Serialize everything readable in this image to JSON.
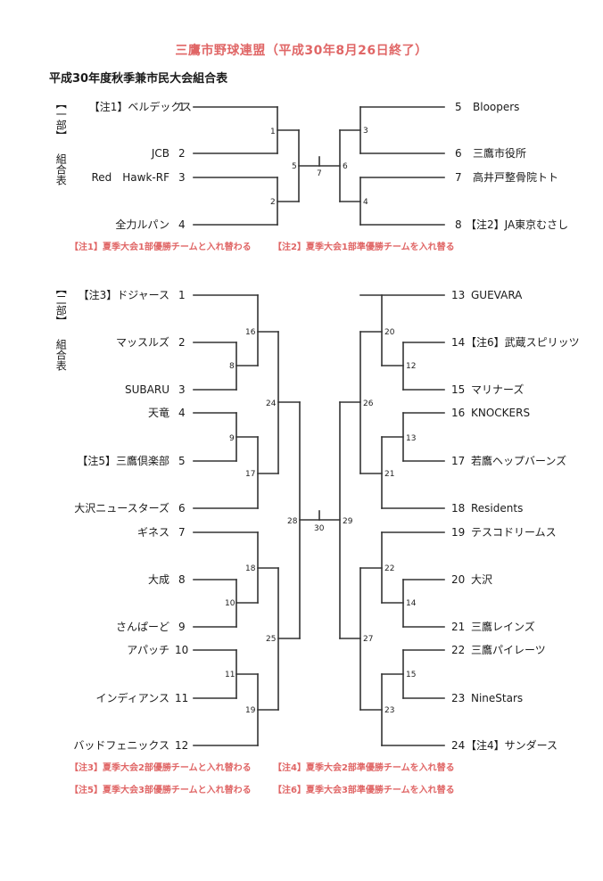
{
  "title": "三鷹市野球連盟（平成30年8月26日終了）",
  "subtitle": "平成30年度秋季兼市民大会組合表",
  "div1": {
    "label_top": "【一部】",
    "label_bottom": "組合表",
    "teams": [
      {
        "name": "【注1】ベルデックス",
        "seed": "1"
      },
      {
        "name": "JCB",
        "seed": "2"
      },
      {
        "name": "Red　Hawk-RF",
        "seed": "3"
      },
      {
        "name": "全力ルパン",
        "seed": "4"
      },
      {
        "name": "Bloopers",
        "seed": "5"
      },
      {
        "name": "三鷹市役所",
        "seed": "6"
      },
      {
        "name": "高井戸整骨院トト",
        "seed": "7"
      },
      {
        "name": "【注2】JA東京むさし",
        "seed": "8"
      }
    ],
    "games": [
      "1",
      "2",
      "3",
      "4",
      "5",
      "6",
      "7"
    ],
    "notes": [
      "【注1】夏季大会1部優勝チームと入れ替わる",
      "【注2】夏季大会1部準優勝チームを入れ替る"
    ]
  },
  "div2": {
    "label_top": "【二部】",
    "label_bottom": "組合表",
    "teams": [
      {
        "name": "【注3】ドジャース",
        "seed": "1"
      },
      {
        "name": "マッスルズ",
        "seed": "2"
      },
      {
        "name": "SUBARU",
        "seed": "3"
      },
      {
        "name": "天竜",
        "seed": "4"
      },
      {
        "name": "【注5】三鷹倶楽部",
        "seed": "5"
      },
      {
        "name": "大沢ニュースターズ",
        "seed": "6"
      },
      {
        "name": "ギネス",
        "seed": "7"
      },
      {
        "name": "大成",
        "seed": "8"
      },
      {
        "name": "さんぱーど",
        "seed": "9"
      },
      {
        "name": "アパッチ",
        "seed": "10"
      },
      {
        "name": "インディアンス",
        "seed": "11"
      },
      {
        "name": "バッドフェニックス",
        "seed": "12"
      },
      {
        "name": "GUEVARA",
        "seed": "13"
      },
      {
        "name": "【注6】武蔵スピリッツ",
        "seed": "14"
      },
      {
        "name": "マリナーズ",
        "seed": "15"
      },
      {
        "name": "KNOCKERS",
        "seed": "16"
      },
      {
        "name": "若鷹ヘップバーンズ",
        "seed": "17"
      },
      {
        "name": "Residents",
        "seed": "18"
      },
      {
        "name": "テスコドリームス",
        "seed": "19"
      },
      {
        "name": "大沢",
        "seed": "20"
      },
      {
        "name": "三鷹レインズ",
        "seed": "21"
      },
      {
        "name": "三鷹パイレーツ",
        "seed": "22"
      },
      {
        "name": "NineStars",
        "seed": "23"
      },
      {
        "name": "【注4】サンダース",
        "seed": "24"
      }
    ],
    "games": [
      "8",
      "9",
      "10",
      "11",
      "12",
      "13",
      "14",
      "15",
      "16",
      "17",
      "18",
      "19",
      "20",
      "21",
      "22",
      "23",
      "24",
      "25",
      "26",
      "27",
      "28",
      "29",
      "30"
    ],
    "notes": [
      "【注3】夏季大会2部優勝チームと入れ替わる",
      "【注4】夏季大会2部準優勝チームを入れ替る",
      "【注5】夏季大会3部優勝チームと入れ替わる",
      "【注6】夏季大会3部準優勝チームを入れ替る"
    ]
  }
}
